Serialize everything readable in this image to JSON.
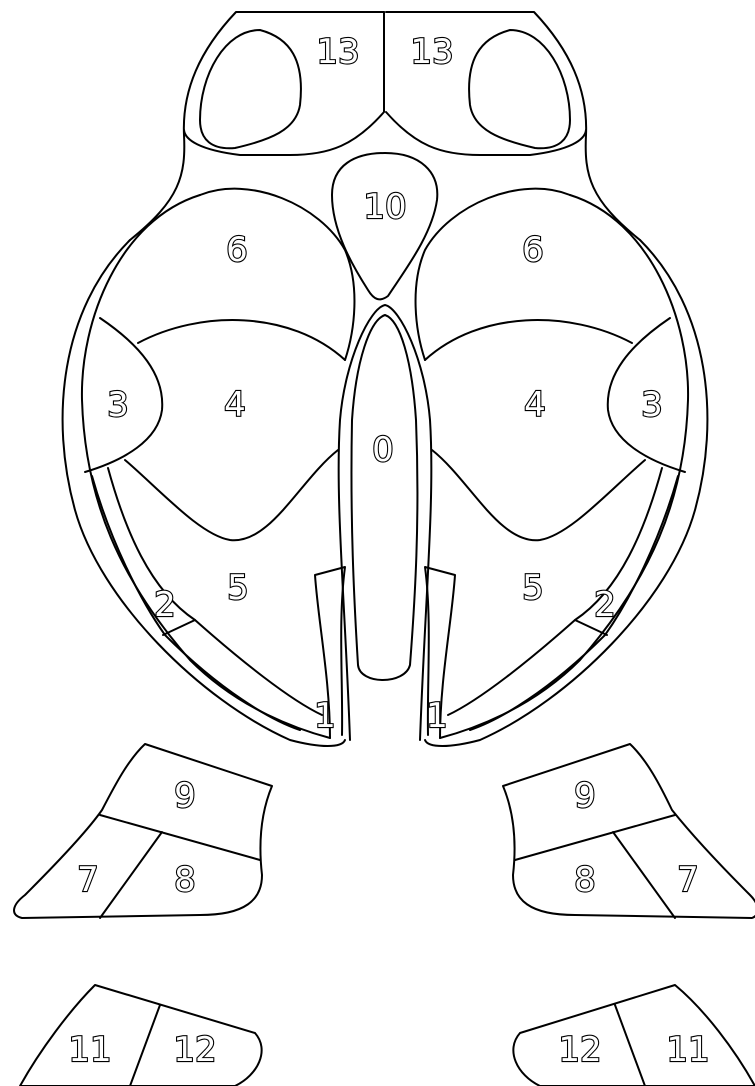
{
  "labels": {
    "r0": "0",
    "r1": "1",
    "r2": "2",
    "r3": "3",
    "r4": "4",
    "r5": "5",
    "r6": "6",
    "r7": "7",
    "r8": "8",
    "r9": "9",
    "r10": "10",
    "r11": "11",
    "r12": "12",
    "r13": "13"
  },
  "colors": {
    "stroke": "#000000",
    "background": "#ffffff"
  }
}
